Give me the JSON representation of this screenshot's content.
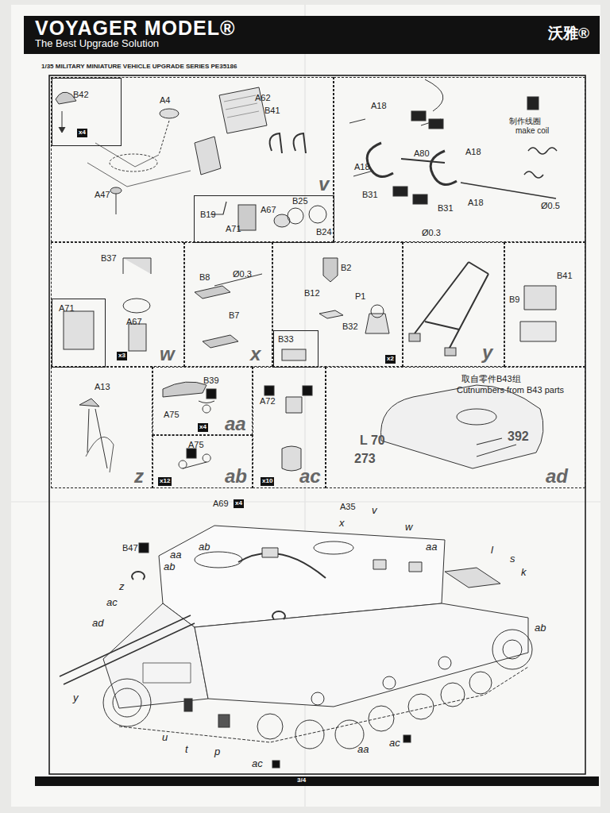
{
  "diagram": {
    "nodes": [
      {
        "text": [
          "VOYAGER MODEL®",
          "The Best Upgrade Solution",
          "沃雅®"
        ]
      },
      {
        "text": [
          "A4",
          "A62",
          "B41",
          "A47",
          "v"
        ]
      },
      {
        "text": [
          "B42",
          "x4"
        ],
        "in": 1
      },
      {
        "text": [
          "B19",
          "A71",
          "A67",
          "B25",
          "B24"
        ],
        "in": 1
      },
      {
        "text": [
          "A18",
          "制作线圈",
          "make coil",
          "A18",
          "A80",
          "A18",
          "B31",
          "B31",
          "A18",
          "Ø0.5",
          "Ø0.3"
        ]
      },
      {
        "text": [
          "B37",
          "A67",
          "x3",
          "w"
        ]
      },
      {
        "text": [
          "A71"
        ],
        "in": 5
      },
      {
        "text": [
          "B8",
          "Ø0.3",
          "B7",
          "x"
        ]
      },
      {
        "text": [
          "B2",
          "B12",
          "P1",
          "B32",
          "x2"
        ]
      },
      {
        "text": [
          "B33"
        ],
        "in": 8
      },
      {
        "text": [
          "y"
        ]
      },
      {
        "text": [
          "B9",
          "B41"
        ]
      },
      {
        "text": [
          "A13",
          "z"
        ]
      },
      {
        "text": [
          "B39",
          "A75",
          "x4",
          "aa"
        ]
      },
      {
        "text": [
          "A75",
          "x12",
          "ab"
        ]
      },
      {
        "text": [
          "A72",
          "x10",
          "ac"
        ]
      },
      {
        "text": [
          "取自零件B43组",
          "Cutnumbers from B43 parts",
          "L 70",
          "273",
          "392",
          "ad"
        ]
      }
    ],
    "labels": [
      "1/35 MILITARY MINIATURE VEHICLE UPGRADE SERIES PE35186",
      "A69",
      "x4",
      "A35",
      "v",
      "x",
      "w",
      "B47",
      "ab",
      "aa",
      "ab",
      "aa",
      "l",
      "s",
      "k",
      "z",
      "ac",
      "ad",
      "ab",
      "y",
      "u",
      "t",
      "p",
      "aa",
      "ac",
      "ac",
      "3/4"
    ]
  }
}
